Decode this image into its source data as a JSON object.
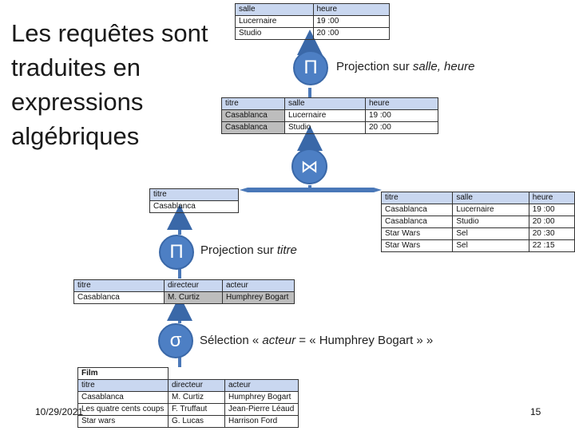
{
  "slide": {
    "title": "Les requêtes sont traduites en expressions algébriques",
    "date": "10/29/2021",
    "page_number": "15"
  },
  "ops": {
    "projection_top": {
      "symbol": "Π",
      "label_prefix": "Projection sur ",
      "label_attrs": "salle, heure"
    },
    "join": {
      "symbol": "⋈"
    },
    "projection_mid": {
      "symbol": "Π",
      "label_prefix": "Projection sur ",
      "label_attrs": "titre"
    },
    "selection": {
      "symbol": "σ",
      "label_prefix": "Sélection  « ",
      "label_attr": "acteur",
      "label_suffix": " = « Humphrey Bogart » »"
    }
  },
  "tables": {
    "result": {
      "headers": [
        "salle",
        "heure"
      ],
      "rows": [
        [
          "Lucernaire",
          "19 :00"
        ],
        [
          "Studio",
          "20 :00"
        ]
      ]
    },
    "join_result": {
      "headers": [
        "titre",
        "salle",
        "heure"
      ],
      "rows": [
        [
          "Casablanca",
          "Lucernaire",
          "19 :00"
        ],
        [
          "Casablanca",
          "Studio",
          "20 :00"
        ]
      ]
    },
    "titre_proj": {
      "headers": [
        "titre"
      ],
      "rows": [
        [
          "Casablanca"
        ]
      ]
    },
    "seances": {
      "headers": [
        "titre",
        "salle",
        "heure"
      ],
      "rows": [
        [
          "Casablanca",
          "Lucernaire",
          "19 :00"
        ],
        [
          "Casablanca",
          "Studio",
          "20 :00"
        ],
        [
          "Star Wars",
          "Sel",
          "20 :30"
        ],
        [
          "Star Wars",
          "Sel",
          "22 :15"
        ]
      ]
    },
    "selection_result": {
      "headers": [
        "titre",
        "directeur",
        "acteur"
      ],
      "rows": [
        [
          "Casablanca",
          "M. Curtiz",
          "Humphrey Bogart"
        ]
      ]
    },
    "film": {
      "name": "Film",
      "headers": [
        "titre",
        "directeur",
        "acteur"
      ],
      "rows": [
        [
          "Casablanca",
          "M. Curtiz",
          "Humphrey Bogart"
        ],
        [
          "Les quatre cents coups",
          "F. Truffaut",
          "Jean-Pierre Léaud"
        ],
        [
          "Star wars",
          "G. Lucas",
          "Harrison Ford"
        ]
      ]
    }
  },
  "colors": {
    "operator": "#4d7fc4",
    "header_fill": "#c9d7f0",
    "highlight_fill": "#bdbdbd"
  }
}
